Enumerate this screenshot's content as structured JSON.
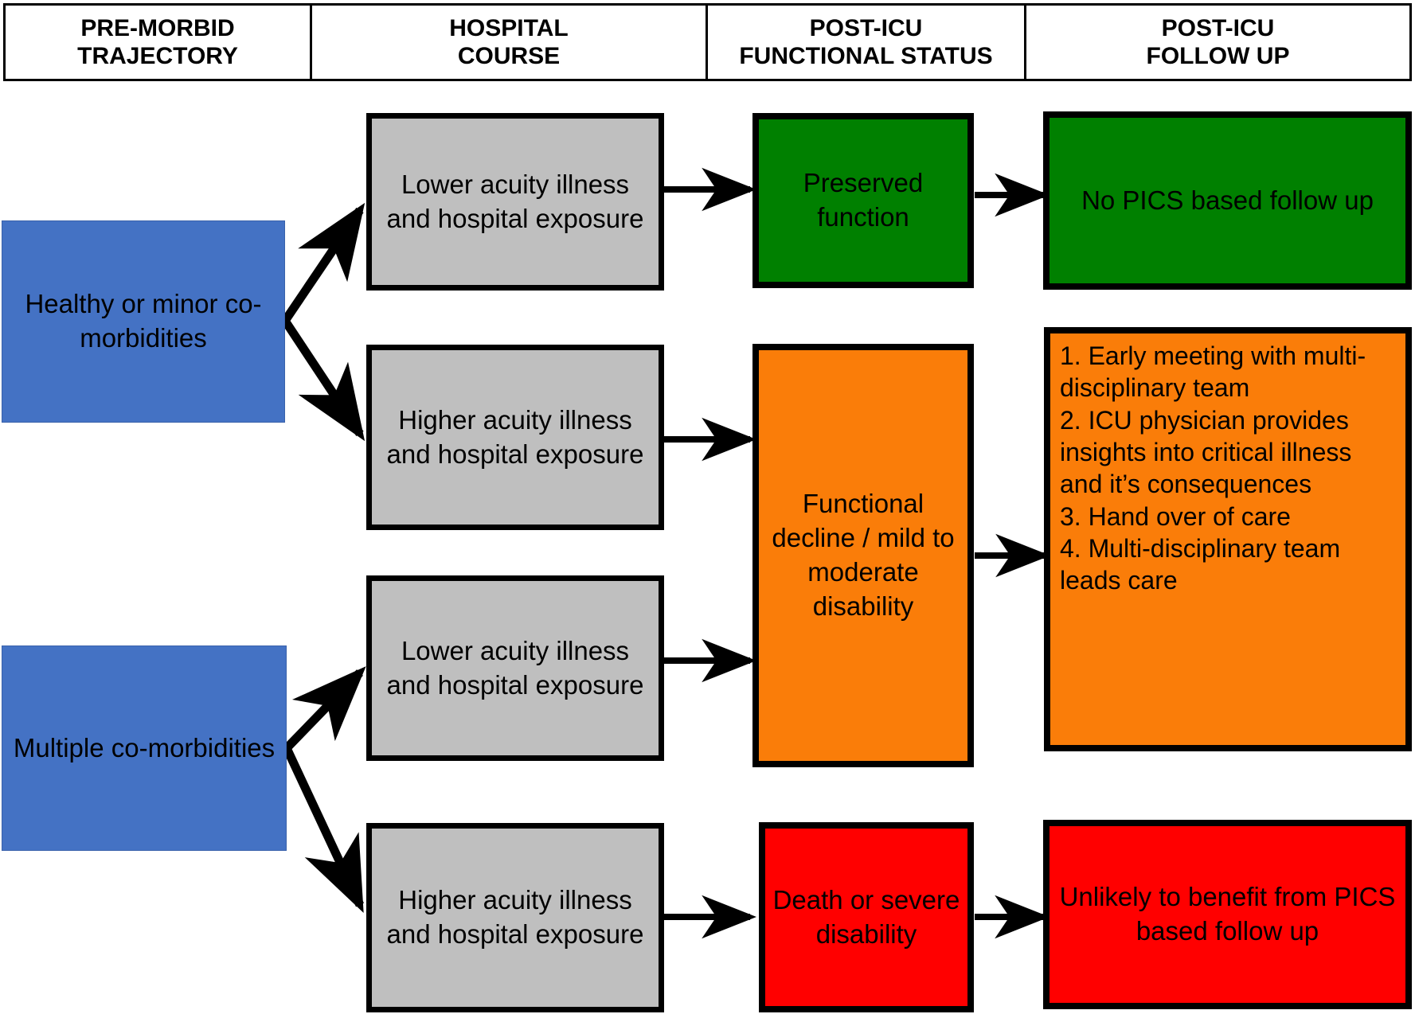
{
  "header": {
    "columns": [
      {
        "line1": "PRE-MORBID",
        "line2": "TRAJECTORY"
      },
      {
        "line1": "HOSPITAL",
        "line2": "COURSE"
      },
      {
        "line1": "POST-ICU",
        "line2": "FUNCTIONAL STATUS"
      },
      {
        "line1": "POST-ICU",
        "line2": "FOLLOW UP"
      }
    ]
  },
  "premorbid": {
    "node1": "Healthy or minor co-morbidities",
    "node2": "Multiple co-morbidities"
  },
  "hospital": {
    "node1": "Lower acuity illness and hospital exposure",
    "node2": "Higher acuity illness and hospital exposure",
    "node3": "Lower acuity illness and hospital exposure",
    "node4": "Higher acuity illness and hospital exposure"
  },
  "functional": {
    "node1": "Preserved function",
    "node2": "Functional decline / mild to moderate disability",
    "node3": "Death or severe disability"
  },
  "followup": {
    "node1": "No PICS based follow up",
    "node2_lines": [
      "1. Early meeting with multi-disciplinary team",
      "2. ICU physician provides insights into critical illness and it’s consequences",
      "3. Hand over of care",
      "4. Multi-disciplinary team leads care"
    ],
    "node3": "Unlikely to benefit from PICS based follow up"
  },
  "colors": {
    "blue": "#4472C4",
    "gray": "#BFBFBF",
    "green": "#008000",
    "orange": "#FA7D09",
    "red": "#FF0000",
    "border": "#000000",
    "background": "#FFFFFF"
  },
  "arrows": {
    "count": 10,
    "description": "black solid connectors with filled triangular arrowheads"
  }
}
